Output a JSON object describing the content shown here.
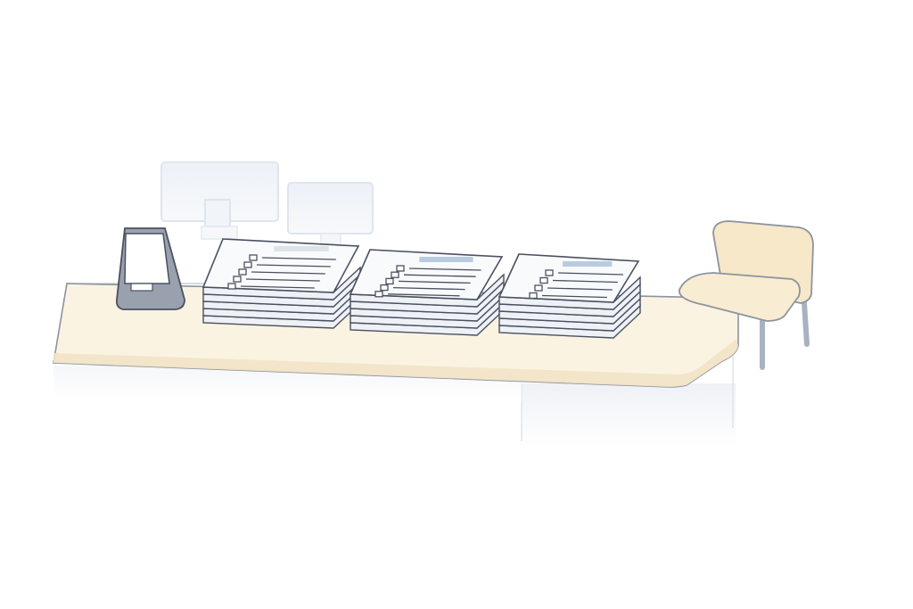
{
  "scene": {
    "description_label": "",
    "colors": {
      "background": "#ffffff",
      "desk_top": "#fbf3e2",
      "desk_edge": "#f1e3c6",
      "outline": "#4a5060",
      "paper": "#f7f8fb",
      "paper_header": "#b9cbe0",
      "chair_fabric": "#f6e8c8",
      "chair_legs": "#a9b2c0",
      "monitor_faded": "#e6edf6",
      "sign_holder": "#8e95a3"
    },
    "stacks": [
      {
        "checkbox_rows": 5
      },
      {
        "checkbox_rows": 5
      },
      {
        "checkbox_rows": 4
      }
    ]
  }
}
